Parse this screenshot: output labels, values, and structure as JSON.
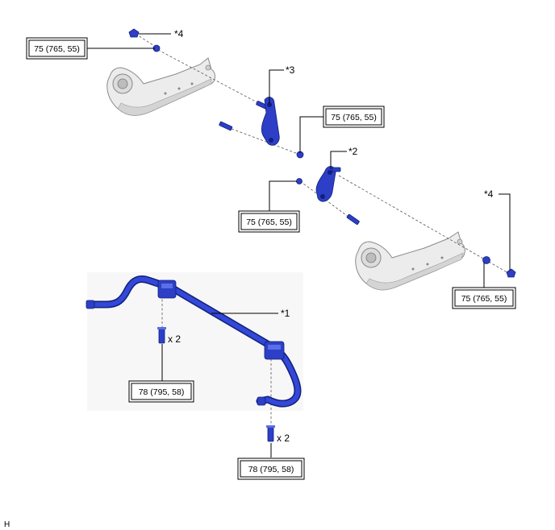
{
  "callouts": {
    "star1": "*1",
    "star2": "*2",
    "star3": "*3",
    "star4_top": "*4",
    "star4_right": "*4"
  },
  "torques": {
    "t1": "75 (765, 55)",
    "t2": "75 (765, 55)",
    "t3": "75 (765, 55)",
    "t4": "75 (765, 55)",
    "t5": "78 (795, 58)",
    "t6": "78 (795, 58)"
  },
  "quantities": {
    "q1": "x 2",
    "q2": "x 2"
  },
  "figure_code": "H"
}
